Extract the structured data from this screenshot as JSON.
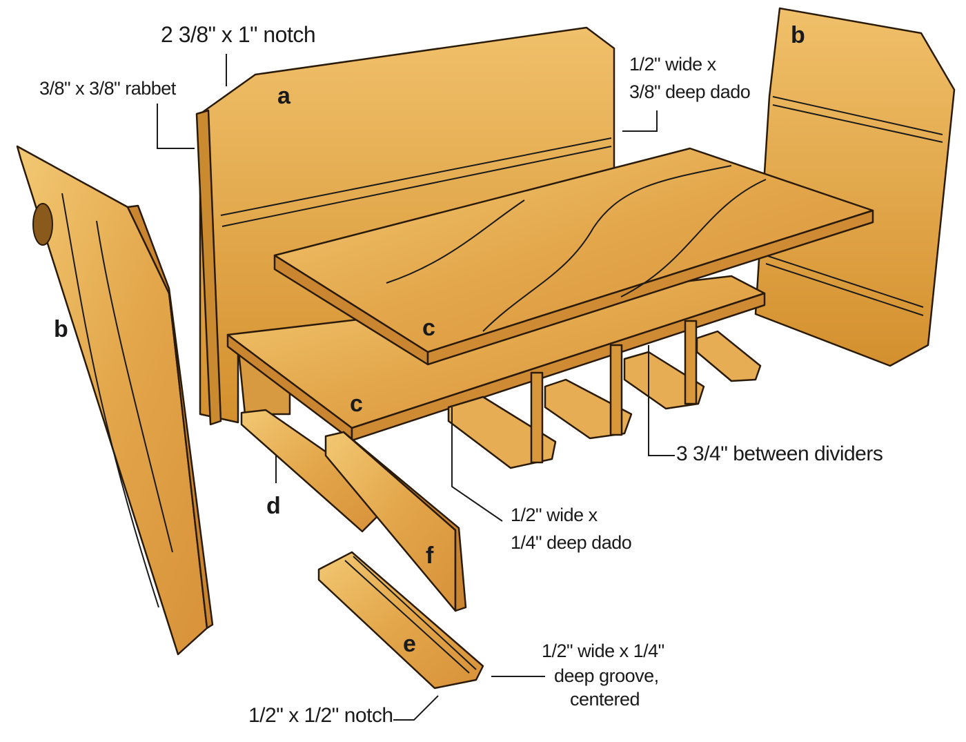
{
  "labels": {
    "notch_top": "2 3/8\" x 1\" notch",
    "rabbet": "3/8\" x 3/8\" rabbet",
    "dado_top_1": "1/2\" wide x",
    "dado_top_2": "3/8\" deep dado",
    "between_dividers": "3 3/4\" between dividers",
    "dado_bottom_1": "1/2\" wide x",
    "dado_bottom_2": "1/4\" deep dado",
    "groove_1": "1/2\" wide x 1/4\"",
    "groove_2": "deep groove,",
    "groove_3": "centered",
    "notch_bottom": "1/2\" x 1/2\" notch"
  },
  "parts": {
    "a": "a",
    "b_right": "b",
    "b_left": "b",
    "c_upper": "c",
    "c_lower": "c",
    "d": "d",
    "e": "e",
    "f": "f"
  },
  "colors": {
    "wood_light": "#f2c873",
    "wood_mid": "#e3a64a",
    "wood_dark": "#c47f25",
    "ink": "#1a1a1a"
  }
}
